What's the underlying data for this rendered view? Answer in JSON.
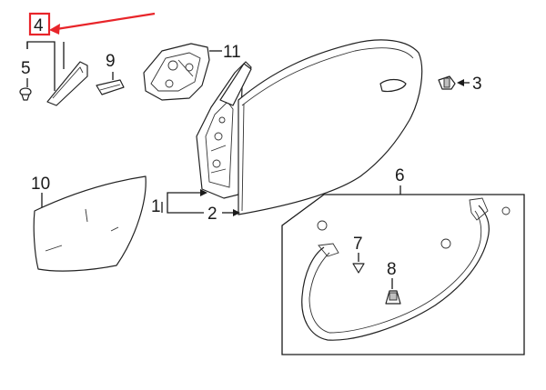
{
  "diagram": {
    "callouts": {
      "c1": "1",
      "c2": "2",
      "c3": "3",
      "c4": "4",
      "c5": "5",
      "c6": "6",
      "c7": "7",
      "c8": "8",
      "c9": "9",
      "c10": "10",
      "c11": "11"
    },
    "highlight": {
      "callout": "4",
      "box_color": "#e8252a",
      "arrow_color": "#e8252a"
    },
    "line_color": "#1a1a1a"
  }
}
